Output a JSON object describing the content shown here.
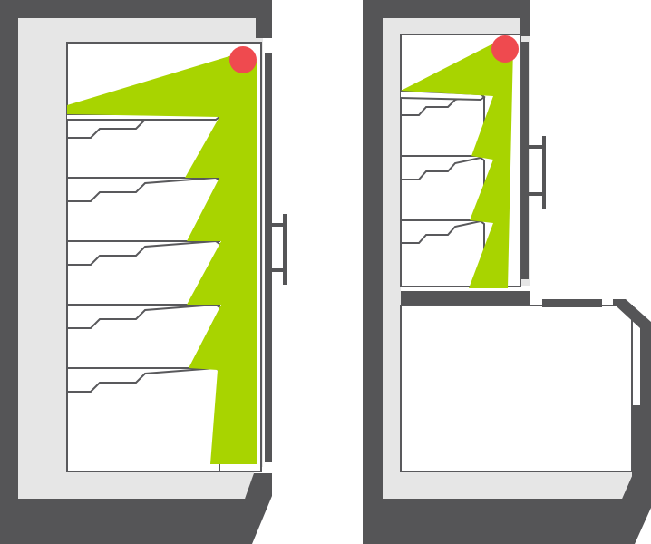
{
  "colors": {
    "cabinet": "#555557",
    "interior": "#e6e6e6",
    "shelf_fill": "#ffffff",
    "shelf_stroke": "#59595c",
    "light_beam": "#a8d400",
    "lamp": "#ef4a4f",
    "door": "#555557",
    "background": "#ffffff"
  },
  "icons": {
    "lamp": "ceiling-lamp-icon",
    "handle": "door-handle-icon"
  },
  "fridges": [
    {
      "id": "single-door",
      "shelves": 6,
      "lamp": true,
      "door_handle": true,
      "light_beam": true
    },
    {
      "id": "top-freezer-drawer",
      "shelves": 4,
      "lamp": true,
      "door_handle": true,
      "light_beam": true,
      "drawer": true
    }
  ]
}
